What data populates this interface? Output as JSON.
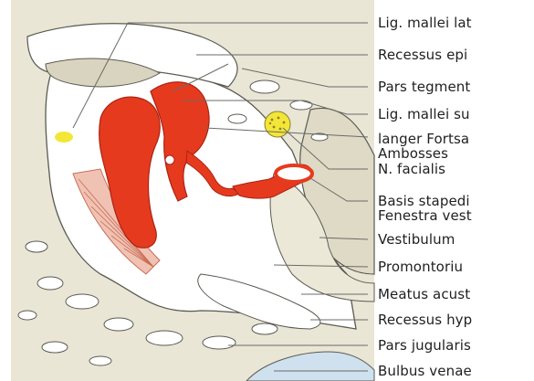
{
  "labels": [
    {
      "id": "lig-mallei-lat",
      "lines": [
        "Lig. mallei lat"
      ]
    },
    {
      "id": "recessus-epi",
      "lines": [
        "Recessus epi"
      ]
    },
    {
      "id": "pars-tegment",
      "lines": [
        "Pars tegment"
      ]
    },
    {
      "id": "lig-mallei-su",
      "lines": [
        "Lig. mallei su"
      ]
    },
    {
      "id": "langer-fortsatz",
      "lines": [
        "langer Fortsa",
        "Ambosses"
      ]
    },
    {
      "id": "n-facialis",
      "lines": [
        "N. facialis"
      ]
    },
    {
      "id": "basis-stapedis",
      "lines": [
        "Basis stapedi",
        "Fenestra vest"
      ]
    },
    {
      "id": "vestibulum",
      "lines": [
        "Vestibulum"
      ]
    },
    {
      "id": "promontorium",
      "lines": [
        "Promontoriu"
      ]
    },
    {
      "id": "meatus-acust",
      "lines": [
        "Meatus acust"
      ]
    },
    {
      "id": "recessus-hyp",
      "lines": [
        "Recessus hyp"
      ]
    },
    {
      "id": "pars-jugularis",
      "lines": [
        "Pars jugularis"
      ]
    },
    {
      "id": "bulbus-venae",
      "lines": [
        "Bulbus venae"
      ]
    }
  ],
  "colors": {
    "bone": "#e9e6d6",
    "bone_outline": "#5b5a52",
    "ossicle_red": "#e63a1e",
    "ligament_yellow": "#f3e637",
    "leader_line": "#6b6b66"
  }
}
